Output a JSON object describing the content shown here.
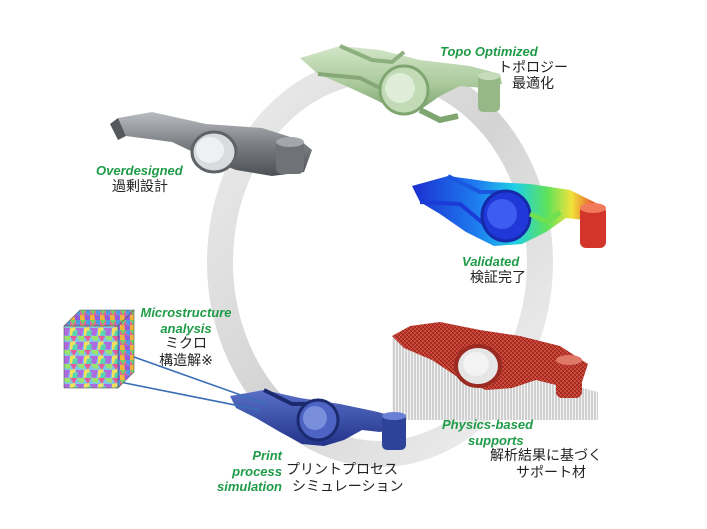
{
  "colors": {
    "accent_green": "#1f9b47",
    "ring_gray": "#d9d9d9",
    "overdesigned_part": "#7c7f84",
    "topo_part": "#a9c99b",
    "print_part": "#2a3f8f",
    "support_red": "#b23128",
    "leader_blue": "#3b6fb6"
  },
  "stages": {
    "topo": {
      "en": "Topo Optimized",
      "ja_1": "トポロジー",
      "ja_2": "最適化",
      "icon": "topology-optimized-bracket"
    },
    "validated": {
      "en": "Validated",
      "ja_1": "検証完了",
      "icon": "fea-validated-bracket"
    },
    "supports": {
      "en_1": "Physics-based",
      "en_2": "supports",
      "ja_1": "解析結果に基づく",
      "ja_2": "サポート材",
      "icon": "bracket-with-supports"
    },
    "print": {
      "en_1": "Print process",
      "en_2": "simulation",
      "ja_1": "プリントプロセス",
      "ja_2": "シミュレーション",
      "icon": "print-simulated-bracket"
    },
    "micro": {
      "en_1": "Microstructure",
      "en_2": "analysis",
      "ja_1": "ミクロ",
      "ja_2": "構造解※",
      "icon": "microstructure-cube"
    },
    "overdesigned": {
      "en": "Overdesigned",
      "ja_1": "過剰設計",
      "icon": "overdesigned-bracket"
    }
  }
}
